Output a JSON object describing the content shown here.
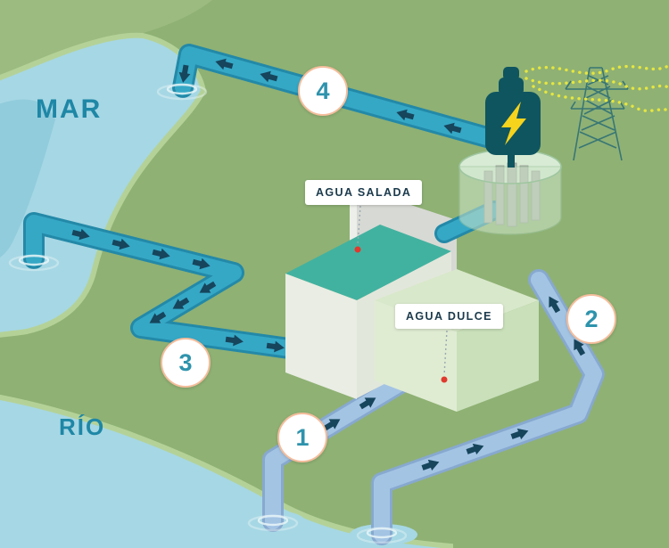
{
  "regions": {
    "sea": "MAR",
    "river": "RÍO"
  },
  "water_labels": {
    "salt": "AGUA SALADA",
    "fresh": "AGUA DULCE"
  },
  "steps": [
    {
      "number": "1"
    },
    {
      "number": "2"
    },
    {
      "number": "3"
    },
    {
      "number": "4"
    }
  ],
  "colors": {
    "land": "#8FB174",
    "sea": "#A6D7E4",
    "sea_deep": "#7FC2D6",
    "salt_pipe": "#35A8C6",
    "fresh_pipe": "#A4C4E4",
    "flow_arrow": "#16455C",
    "salt_tank_top": "#42B2A0",
    "membrane_wall": "#D7D9D4",
    "fresh_tank": "#DFECD2",
    "step_circle_border": "#F4BD9C",
    "step_number": "#2E93AC",
    "geo_text": "#1E87A6",
    "label_text": "#1B3A4C",
    "generator": "#0F5560",
    "lightning": "#F6D31C",
    "power_wire": "#E6E63F",
    "marker_dot": "#E0392E"
  }
}
